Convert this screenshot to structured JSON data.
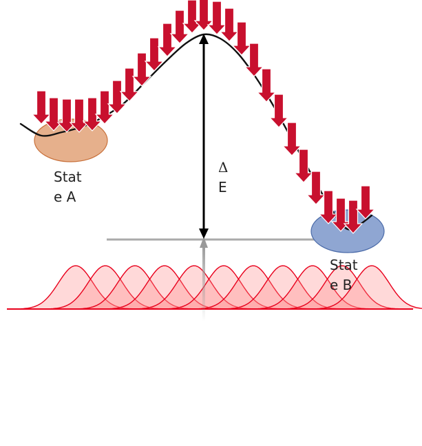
{
  "labels": {
    "state_a": [
      "Stat",
      "e A"
    ],
    "state_b": [
      "Stat",
      "e B"
    ],
    "delta_e": [
      "Δ",
      "E"
    ]
  },
  "colors": {
    "curve": "#111111",
    "arrow_fill": "#c8102e",
    "arrow_stroke": "#ffffff",
    "state_a_fill": "#e6b08c",
    "state_a_stroke": "#c8703a",
    "state_b_fill": "#8fa6d2",
    "state_b_stroke": "#4a6aa8",
    "gaussian_stroke": "#e8001c",
    "gaussian_fill": "#ff8a8a",
    "baseline": "#aaaaaa",
    "energy_arrow": "#000000"
  },
  "icons": {
    "bias_arrow": "red-down-arrow-icon",
    "energy_arrow": "double-headed-arrow-icon"
  }
}
